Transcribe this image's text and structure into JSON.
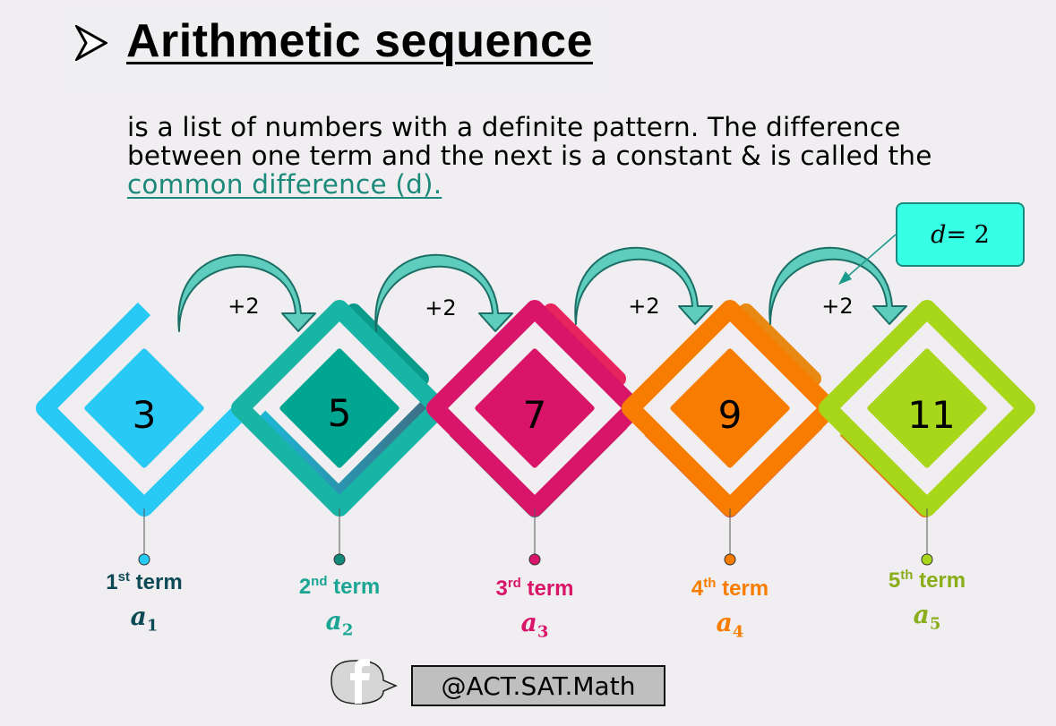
{
  "title": "Arithmetic sequence",
  "description": {
    "line1": "is a list of numbers with a definite pattern. The difference",
    "line2": "between one term and the next is a constant & is called the",
    "link": "common difference (d)."
  },
  "common_difference": {
    "var": "d",
    "eq": " = 2"
  },
  "steps": [
    "+2",
    "+2",
    "+2",
    "+2"
  ],
  "terms": [
    {
      "value": "3",
      "ordinal": "1",
      "suffix": "st",
      "word": " term",
      "symbol": "a",
      "index": "1",
      "color": "#29c9f5",
      "label_color": "#0e4a56"
    },
    {
      "value": "5",
      "ordinal": "2",
      "suffix": "nd",
      "word": " term",
      "symbol": "a",
      "index": "2",
      "color": "#00a68f",
      "label_color": "#1aa595"
    },
    {
      "value": "7",
      "ordinal": "3",
      "suffix": "rd",
      "word": " term",
      "symbol": "a",
      "index": "3",
      "color": "#d9156a",
      "label_color": "#d9156a"
    },
    {
      "value": "9",
      "ordinal": "4",
      "suffix": "th",
      "word": " term",
      "symbol": "a",
      "index": "4",
      "color": "#f77c00",
      "label_color": "#f77c00"
    },
    {
      "value": "11",
      "ordinal": "5",
      "suffix": "th",
      "word": " term",
      "symbol": "a",
      "index": "5",
      "color": "#a8d61a",
      "label_color": "#8aae1a"
    }
  ],
  "footer": {
    "handle": "@ACT.SAT.Math",
    "icon": "facebook-icon"
  }
}
